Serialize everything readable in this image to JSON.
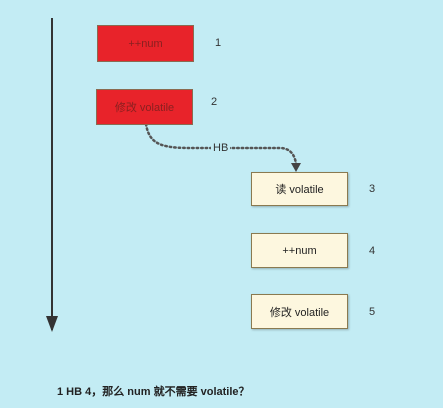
{
  "steps": [
    {
      "label": "++num",
      "number": "1",
      "color": "red"
    },
    {
      "label": "修改 volatile",
      "number": "2",
      "color": "red"
    },
    {
      "label": "读 volatile",
      "number": "3",
      "color": "cream"
    },
    {
      "label": "++num",
      "number": "4",
      "color": "cream"
    },
    {
      "label": "修改 volatile",
      "number": "5",
      "color": "cream"
    }
  ],
  "edge": {
    "label": "HB",
    "from": "2",
    "to": "3"
  },
  "caption": "1 HB 4，那么 num 就不需要 volatile？",
  "colors": {
    "background": "#c3ecf4",
    "red": "#e8232a",
    "cream": "#fdf7df",
    "arrow": "#333333",
    "edge": "#555555"
  }
}
